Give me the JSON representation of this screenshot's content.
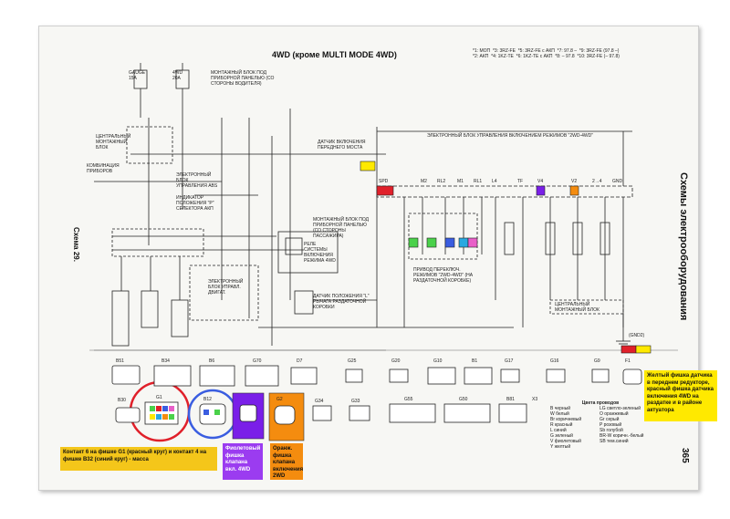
{
  "header": {
    "title": "4WD (кроме MULTI MODE 4WD)",
    "codes": [
      "*1: МОП",
      "*2: АКП",
      "*3: 3RZ-FE",
      "*4: 1KZ-TE",
      "*5: 3RZ-FE с АКП",
      "*6: 1KZ-TE с АКП",
      "*7: 97.8 –",
      "*8: – 97.8",
      "*9: 3RZ-FE (97.8 –)",
      "*10: 3RZ-FE (– 97.8)"
    ]
  },
  "side": {
    "section_title": "Схемы электрооборудования",
    "schema_label": "Схема 29.",
    "page_number": "365"
  },
  "fuses": {
    "gauge": "GAUGE\n15A",
    "fourwd": "4WD\n20A",
    "block_label": "МОНТАЖНЫЙ БЛОК ПОД ПРИБОРНОЙ ПАНЕЛЬЮ (СО СТОРОНЫ ВОДИТЕЛЯ)"
  },
  "labels": {
    "central_block": "ЦЕНТРАЛЬНЫЙ МОНТАЖНЫЙ БЛОК",
    "combo_meter": "КОМБИНАЦИЯ ПРИБОРОВ",
    "abs_ecu": "ЭЛЕКТРОННЫЙ БЛОК УПРАВЛЕНИЯ ABS",
    "p_indicator": "ИНДИКАТОР ПОЛОЖЕНИЯ \"P\" СЕЛЕКТОРА АКП",
    "front_sensor": "ДАТЧИК ВКЛЮЧЕНИЯ ПЕРЕДНЕГО МОСТА",
    "ecu_4wd": "ЭЛЕКТРОННЫЙ БЛОК УПРАВЛЕНИЯ ВКЛЮЧЕНИЕМ РЕЖИМОВ \"2WD-4WD\"",
    "relay": "РЕЛЕ СИСТЕМЫ ВКЛЮЧЕНИЯ РЕЖИМА 4WD",
    "panel_block": "МОНТАЖНЫЙ БЛОК ПОД ПРИБОРНОЙ ПАНЕЛЬЮ (СО СТОРОНЫ ПАССАЖИРА)",
    "ecu_engine": "ЭЛЕКТРОННЫЙ БЛОК УПРАВЛ. ДВИГАТ.",
    "transfer_sensor": "ДАТЧИК ПОЛОЖЕНИЯ \"L\" РЫЧАГА РАЗДАТОЧНОЙ КОРОБКИ",
    "actuator_drive": "ПРИВОД ПЕРЕКЛЮЧ. РЕЖИМОВ \"2WD-4WD\" (НА РАЗДАТОЧНОЙ КОРОБКЕ)",
    "central_block_right": "ЦЕНТРАЛЬНЫЙ МОНТАЖНЫЙ БЛОК",
    "ground": "(GND2)",
    "ecu_pins": [
      "SPD",
      "M2",
      "RL2",
      "M1",
      "RL1",
      "L4",
      "TF",
      "V4",
      "V2",
      "2→4",
      "GND"
    ]
  },
  "connectors_row1": [
    "B51",
    "B34",
    "B6",
    "G70",
    "D7",
    "G25",
    "G20",
    "G10",
    "B1",
    "G17",
    "G16",
    "G9",
    "F1"
  ],
  "connectors_row2": [
    "B30",
    "G1",
    "B12",
    "G2",
    "G34",
    "G33",
    "G55",
    "G50",
    "B81",
    "X3"
  ],
  "wire_colors": {
    "title": "Цвета проводов",
    "left": [
      "В черный",
      "W белый",
      "Br коричневый",
      "R красный",
      "L синий",
      "G зеленый",
      "V фиолетовый",
      "Y желтый"
    ],
    "right": [
      "LG светло-зеленый",
      "O оранжевый",
      "Gr серый",
      "P розовый",
      "Sb голубой",
      "BR-W коричн.-белый",
      "SB тем.синий"
    ]
  },
  "annotations": {
    "yellow": "Желтый фишка датчика в переднем редукторе, красный фишка датчика включения 4WD на раздатке и в районе актуатора",
    "red_blue": "Контакт 6 на фишке G1 (красный круг) и контакт 4 на фишке B32 (синий круг) - масса",
    "purple": "Фиолетовый фишка клапана вкл. 4WD",
    "orange": "Оранж. фишка клапана включения 2WD"
  },
  "colors": {
    "yellow": "#ffe900",
    "red": "#e0202a",
    "blue": "#3a5de0",
    "purple": "#7a1fe8",
    "orange": "#f48c0f",
    "green": "#4ad14a",
    "pink": "#e85fc8",
    "teal": "#2aa8e0"
  }
}
